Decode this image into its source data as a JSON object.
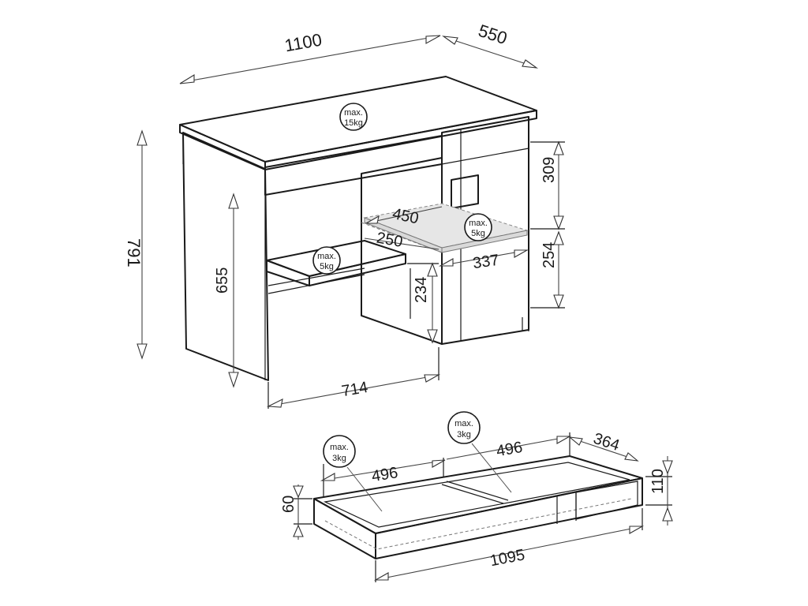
{
  "desk": {
    "width_label": "1100",
    "depth_label": "550",
    "height_label": "791",
    "knee_height_label": "655",
    "knee_width_label": "714",
    "shelf_width_label": "450",
    "shelf_depth_label": "250",
    "cabinet_inner_depth_label": "337",
    "upper_height_label": "309",
    "lower_height_label": "254",
    "keyboard_height_label": "234",
    "top_load": {
      "line1": "max.",
      "line2": "15kg"
    },
    "keyboard_load": {
      "line1": "max.",
      "line2": "5kg"
    },
    "shelf_load": {
      "line1": "max.",
      "line2": "5kg"
    }
  },
  "drawer": {
    "left_width_label": "496",
    "right_width_label": "496",
    "depth_label": "364",
    "height_label": "110",
    "inner_height_label": "60",
    "length_label": "1095",
    "left_load": {
      "line1": "max.",
      "line2": "3kg"
    },
    "right_load": {
      "line1": "max.",
      "line2": "3kg"
    }
  }
}
